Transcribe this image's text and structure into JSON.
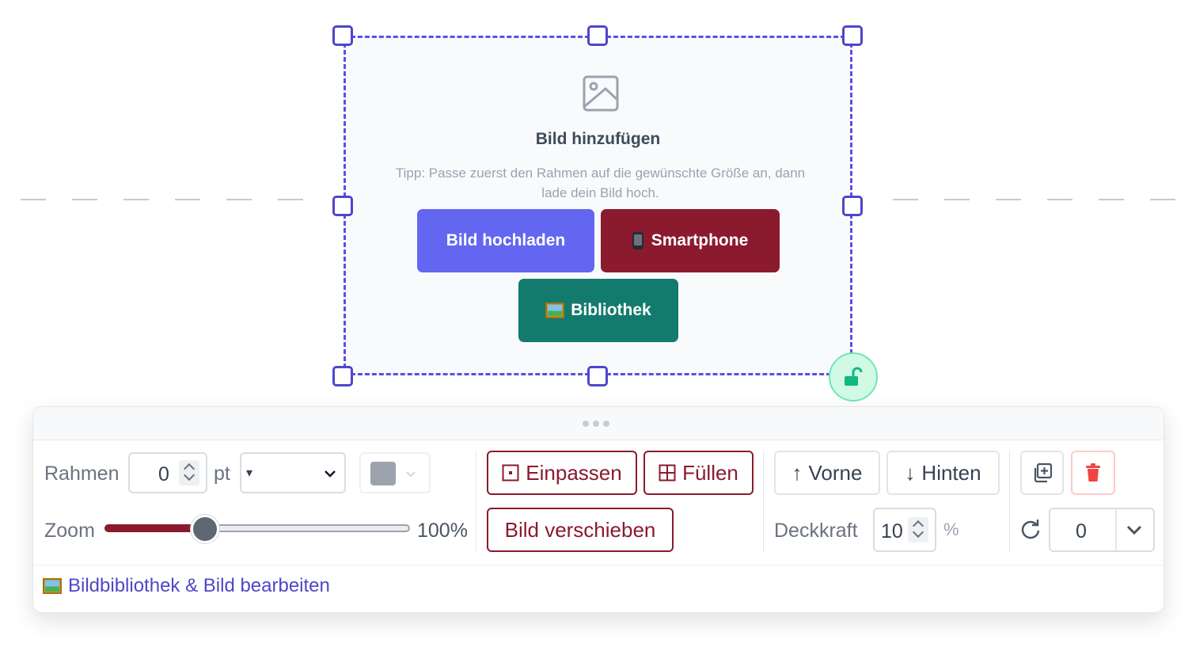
{
  "frame": {
    "title": "Bild hinzufügen",
    "tip": "Tipp: Passe zuerst den Rahmen auf die gewünschte Größe an, dann lade dein Bild hoch.",
    "upload_label": "Bild hochladen",
    "smartphone_label": "Smartphone",
    "library_label": "Bibliothek"
  },
  "toolbar": {
    "border_label": "Rahmen",
    "border_value": "0",
    "border_unit": "pt",
    "border_style_value": "▾",
    "zoom_label": "Zoom",
    "zoom_value_text": "100%",
    "zoom_fraction": 0.33,
    "fit_label": "Einpassen",
    "fill_label": "Füllen",
    "move_label": "Bild verschieben",
    "front_label": "Vorne",
    "back_label": "Hinten",
    "opacity_label": "Deckkraft",
    "opacity_value": "10",
    "opacity_unit": "%",
    "rotation_value": "0",
    "library_link": "Bildbibliothek & Bild bearbeiten"
  },
  "colors": {
    "accent": "#6366f1",
    "brand": "#8b1a2e",
    "teal": "#137a6e",
    "frame_border": "#5b50e0",
    "danger": "#ef4444",
    "lock": "#10b981"
  }
}
